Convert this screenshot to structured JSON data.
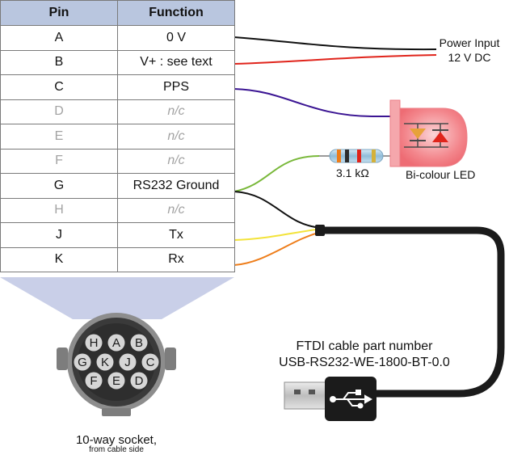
{
  "table": {
    "headers": {
      "pin": "Pin",
      "function": "Function"
    },
    "rows": [
      {
        "pin": "A",
        "function": "0 V",
        "connected": true
      },
      {
        "pin": "B",
        "function": "V+ : see text",
        "connected": true
      },
      {
        "pin": "C",
        "function": "PPS",
        "connected": true
      },
      {
        "pin": "D",
        "function": "n/c",
        "connected": false
      },
      {
        "pin": "E",
        "function": "n/c",
        "connected": false
      },
      {
        "pin": "F",
        "function": "n/c",
        "connected": false
      },
      {
        "pin": "G",
        "function": "RS232 Ground",
        "connected": true
      },
      {
        "pin": "H",
        "function": "n/c",
        "connected": false
      },
      {
        "pin": "J",
        "function": "Tx",
        "connected": true
      },
      {
        "pin": "K",
        "function": "Rx",
        "connected": true
      }
    ]
  },
  "labels": {
    "power_line1": "Power Input",
    "power_line2": "12 V DC",
    "resistor": "3.1 kΩ",
    "led": "Bi-colour LED",
    "ftdi_line1": "FTDI cable part number",
    "ftdi_line2": "USB-RS232-WE-1800-BT-0.0",
    "socket_line1": "10-way socket,",
    "socket_line2": "from cable side"
  },
  "socket_pins": [
    "H",
    "A",
    "B",
    "G",
    "K",
    "J",
    "C",
    "F",
    "E",
    "D"
  ],
  "colors": {
    "header_bg": "#b9c6df",
    "wire_black": "#111111",
    "wire_red": "#e0241b",
    "wire_purple": "#3b1593",
    "wire_green": "#79b83a",
    "wire_yellow": "#f3e33a",
    "wire_orange": "#ee7d1a",
    "led_red": "#f05a63",
    "socket_body": "#3a3a3a",
    "projection": "#c9cfe8"
  }
}
